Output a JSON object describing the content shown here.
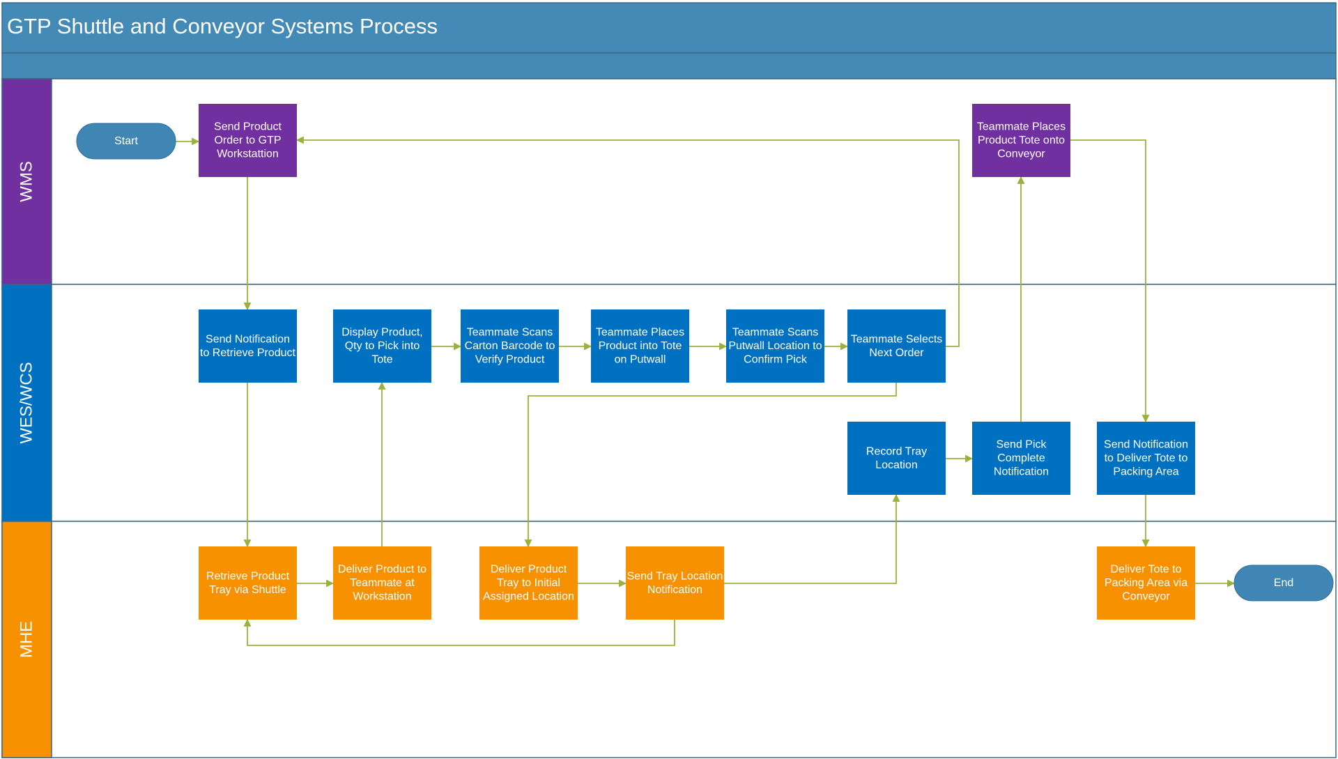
{
  "title": "GTP Shuttle and Conveyor Systems Process",
  "colors": {
    "header": "#438AB6",
    "lane_border": "#3B6683",
    "wms": "#7030A0",
    "wes_wcs": "#0070C0",
    "mhe": "#F79100",
    "terminator": "#3F86B5",
    "connector": "#99B33A",
    "text_light": "#FFFFFF"
  },
  "lanes": [
    {
      "id": "wms",
      "label": "WMS",
      "color": "#7030A0"
    },
    {
      "id": "wes",
      "label": "WES/WCS",
      "color": "#0070C0"
    },
    {
      "id": "mhe",
      "label": "MHE",
      "color": "#F79100"
    }
  ],
  "nodes": [
    {
      "id": "start",
      "shape": "terminator",
      "lane": "wms",
      "lines": [
        "Start"
      ]
    },
    {
      "id": "send-order",
      "shape": "process",
      "lane": "wms",
      "lines": [
        "Send Product",
        "Order to GTP",
        "Workstattion"
      ]
    },
    {
      "id": "places-tote-conveyor",
      "shape": "process",
      "lane": "wms",
      "lines": [
        "Teammate Places",
        "Product Tote onto",
        "Conveyor"
      ]
    },
    {
      "id": "send-notif-retrieve",
      "shape": "process",
      "lane": "wes",
      "lines": [
        "Send Notification",
        "to Retrieve Product"
      ]
    },
    {
      "id": "display-product",
      "shape": "process",
      "lane": "wes",
      "lines": [
        "Display Product,",
        "Qty to Pick into",
        "Tote"
      ]
    },
    {
      "id": "scans-carton",
      "shape": "process",
      "lane": "wes",
      "lines": [
        "Teammate Scans",
        "Carton Barcode to",
        "Verify Product"
      ]
    },
    {
      "id": "places-putwall",
      "shape": "process",
      "lane": "wes",
      "lines": [
        "Teammate Places",
        "Product into Tote",
        "on Putwall"
      ]
    },
    {
      "id": "scans-putwall",
      "shape": "process",
      "lane": "wes",
      "lines": [
        "Teammate Scans",
        "Putwall Location to",
        "Confirm Pick"
      ]
    },
    {
      "id": "selects-next",
      "shape": "process",
      "lane": "wes",
      "lines": [
        "Teammate Selects",
        "Next Order"
      ]
    },
    {
      "id": "record-tray",
      "shape": "process",
      "lane": "wes",
      "lines": [
        "Record Tray",
        "Location"
      ]
    },
    {
      "id": "send-pick-complete",
      "shape": "process",
      "lane": "wes",
      "lines": [
        "Send Pick",
        "Complete",
        "Notification"
      ]
    },
    {
      "id": "send-notif-deliver",
      "shape": "process",
      "lane": "wes",
      "lines": [
        "Send Notification",
        "to Deliver Tote to",
        "Packing Area"
      ]
    },
    {
      "id": "retrieve-tray",
      "shape": "process",
      "lane": "mhe",
      "lines": [
        "Retrieve Product",
        "Tray via Shuttle"
      ]
    },
    {
      "id": "deliver-to-teammate",
      "shape": "process",
      "lane": "mhe",
      "lines": [
        "Deliver Product to",
        "Teammate at",
        "Workstation"
      ]
    },
    {
      "id": "deliver-tray-initial",
      "shape": "process",
      "lane": "mhe",
      "lines": [
        "Deliver Product",
        "Tray to Initial",
        "Assigned Location"
      ]
    },
    {
      "id": "send-tray-location",
      "shape": "process",
      "lane": "mhe",
      "lines": [
        "Send Tray Location",
        "Notification"
      ]
    },
    {
      "id": "deliver-tote-packing",
      "shape": "process",
      "lane": "mhe",
      "lines": [
        "Deliver Tote to",
        "Packing Area via",
        "Conveyor"
      ]
    },
    {
      "id": "end",
      "shape": "terminator",
      "lane": "mhe",
      "lines": [
        "End"
      ]
    }
  ],
  "edges": [
    {
      "from": "start",
      "to": "send-order"
    },
    {
      "from": "send-order",
      "to": "send-notif-retrieve"
    },
    {
      "from": "send-notif-retrieve",
      "to": "retrieve-tray"
    },
    {
      "from": "retrieve-tray",
      "to": "deliver-to-teammate"
    },
    {
      "from": "deliver-to-teammate",
      "to": "display-product"
    },
    {
      "from": "display-product",
      "to": "scans-carton"
    },
    {
      "from": "scans-carton",
      "to": "places-putwall"
    },
    {
      "from": "places-putwall",
      "to": "scans-putwall"
    },
    {
      "from": "scans-putwall",
      "to": "selects-next"
    },
    {
      "from": "selects-next",
      "to": "send-order"
    },
    {
      "from": "selects-next",
      "to": "deliver-tray-initial"
    },
    {
      "from": "deliver-tray-initial",
      "to": "send-tray-location"
    },
    {
      "from": "send-tray-location",
      "to": "retrieve-tray"
    },
    {
      "from": "send-tray-location",
      "to": "record-tray"
    },
    {
      "from": "record-tray",
      "to": "send-pick-complete"
    },
    {
      "from": "send-pick-complete",
      "to": "places-tote-conveyor"
    },
    {
      "from": "places-tote-conveyor",
      "to": "send-notif-deliver"
    },
    {
      "from": "send-notif-deliver",
      "to": "deliver-tote-packing"
    },
    {
      "from": "deliver-tote-packing",
      "to": "end"
    }
  ]
}
